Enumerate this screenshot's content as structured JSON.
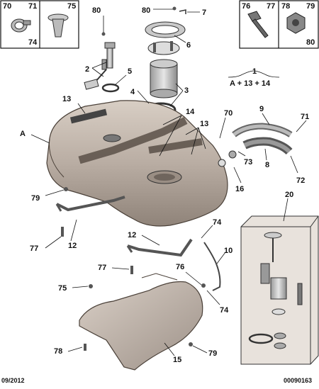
{
  "diagram": {
    "footer_date": "09/2012",
    "footer_ref": "00090163",
    "formula_index": "1",
    "formula": "A + 13 + 14",
    "inset_labels": {
      "top_left": [
        "70",
        "71",
        "74",
        "75"
      ],
      "top_right": [
        "76",
        "77",
        "78",
        "79",
        "80"
      ],
      "module_box": "20"
    },
    "callouts": [
      "80",
      "80",
      "7",
      "6",
      "2",
      "5",
      "4",
      "3",
      "13",
      "14",
      "A",
      "13",
      "70",
      "9",
      "71",
      "73",
      "8",
      "72",
      "16",
      "79",
      "77",
      "12",
      "12",
      "74",
      "10",
      "74",
      "77",
      "76",
      "75",
      "78",
      "15",
      "79"
    ]
  }
}
